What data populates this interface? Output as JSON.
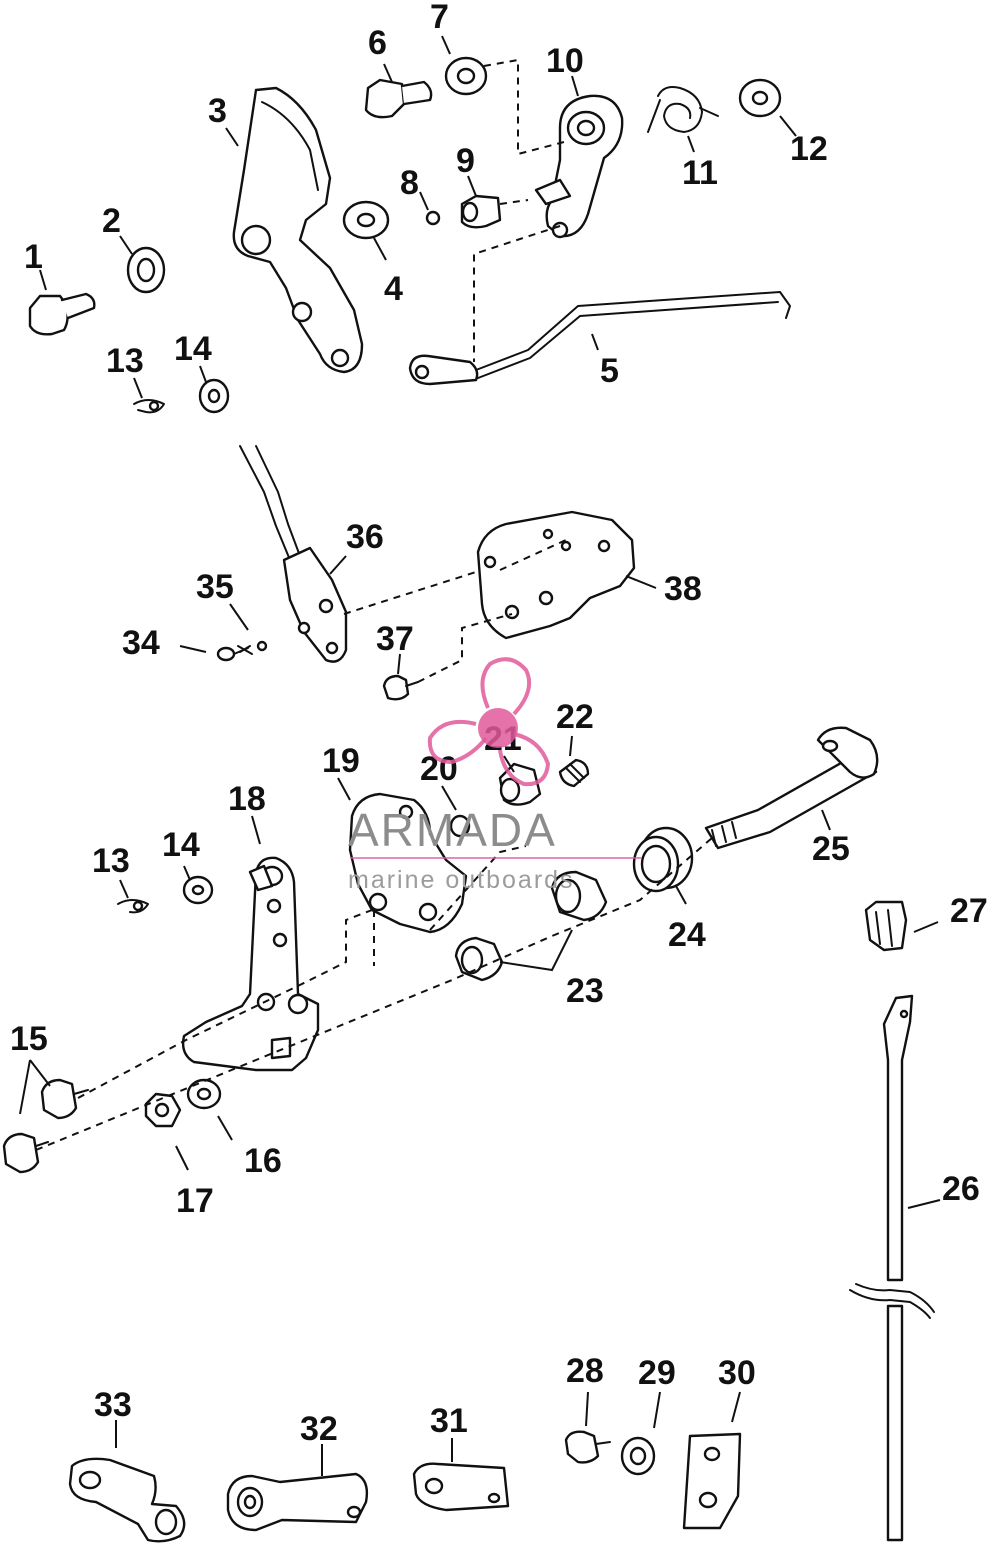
{
  "callouts": {
    "c1": "1",
    "c2": "2",
    "c3": "3",
    "c4": "4",
    "c5": "5",
    "c6": "6",
    "c7": "7",
    "c8": "8",
    "c9": "9",
    "c10": "10",
    "c11": "11",
    "c12": "12",
    "c13a": "13",
    "c14a": "14",
    "c13b": "13",
    "c14b": "14",
    "c15": "15",
    "c16": "16",
    "c17": "17",
    "c18": "18",
    "c19": "19",
    "c20": "20",
    "c21": "21",
    "c22": "22",
    "c23": "23",
    "c24": "24",
    "c25": "25",
    "c26": "26",
    "c27": "27",
    "c28": "28",
    "c29": "29",
    "c30": "30",
    "c31": "31",
    "c32": "32",
    "c33": "33",
    "c34": "34",
    "c35": "35",
    "c36": "36",
    "c37": "37",
    "c38": "38"
  },
  "watermark": {
    "brand": "ARMADA",
    "tagline": "marine outboards",
    "logo_color": "#e05a9b",
    "icon": "propeller-icon"
  }
}
